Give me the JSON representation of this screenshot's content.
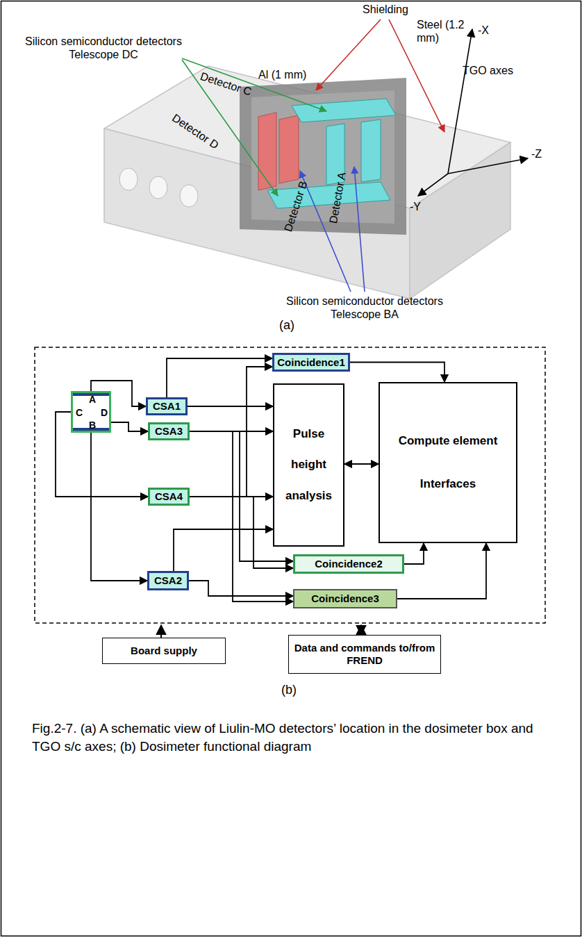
{
  "diagram": {
    "caption": "Fig.2-7. (a) A schematic view of Liulin-MO detectors’ location in the dosimeter box and TGO s/c axes; (b) Dosimeter functional diagram",
    "nodes": [
      {
        "text": [
          "A",
          "C",
          "D",
          "B"
        ]
      },
      {
        "text": [
          "CSA1"
        ]
      },
      {
        "text": [
          "CSA3"
        ]
      },
      {
        "text": [
          "CSA4"
        ]
      },
      {
        "text": [
          "CSA2"
        ]
      },
      {
        "text": [
          "Coincidence1"
        ]
      },
      {
        "text": [
          "Pulse height analysis"
        ]
      },
      {
        "text": [
          "Compute element",
          "Interfaces"
        ]
      },
      {
        "text": [
          "Coincidence2"
        ]
      },
      {
        "text": [
          "Coincidence3"
        ]
      },
      {
        "text": [
          "Board supply"
        ]
      },
      {
        "text": [
          "Data and commands to/from FREND"
        ]
      }
    ],
    "edges": [
      {
        "from": 0,
        "to": 1,
        "arrow": "to"
      },
      {
        "from": 0,
        "to": 2,
        "arrow": "to"
      },
      {
        "from": 0,
        "to": 3,
        "arrow": "to"
      },
      {
        "from": 0,
        "to": 4,
        "arrow": "to"
      },
      {
        "from": 1,
        "to": 5,
        "arrow": "to"
      },
      {
        "from": 1,
        "to": 6,
        "arrow": "to"
      },
      {
        "from": 2,
        "to": 6,
        "arrow": "to"
      },
      {
        "from": 3,
        "to": 6,
        "arrow": "to"
      },
      {
        "from": 4,
        "to": 6,
        "arrow": "to"
      },
      {
        "from": 3,
        "to": 5,
        "arrow": "to"
      },
      {
        "from": 2,
        "to": 8,
        "arrow": "to"
      },
      {
        "from": 3,
        "to": 8,
        "arrow": "to"
      },
      {
        "from": 4,
        "to": 9,
        "arrow": "to"
      },
      {
        "from": 2,
        "to": 9,
        "arrow": "to"
      },
      {
        "from": 5,
        "to": 7,
        "arrow": "to"
      },
      {
        "from": 6,
        "to": 7,
        "arrow": "both"
      },
      {
        "from": 8,
        "to": 7,
        "arrow": "to"
      },
      {
        "from": 9,
        "to": 7,
        "arrow": "to"
      }
    ],
    "labels": [
      "Shielding",
      "Steel (1.2 mm)",
      "Silicon semiconductor detectors Telescope DC",
      "Detector C",
      "Al (1 mm)",
      "-X",
      "Detector D",
      "TGO axes",
      "-Z",
      "-Y",
      "Detector B",
      "Detector A",
      "Silicon semiconductor detectors Telescope BA",
      "(a)",
      "(b)"
    ]
  }
}
